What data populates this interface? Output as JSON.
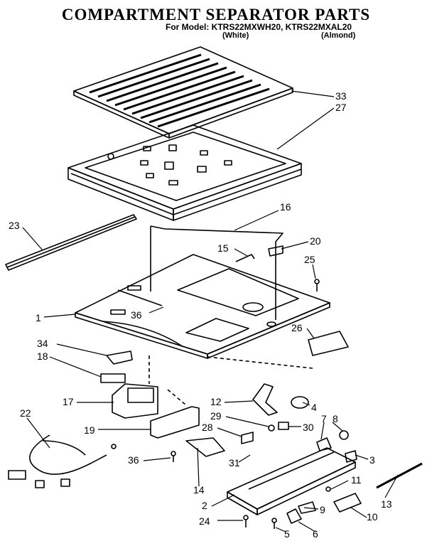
{
  "header": {
    "title": "COMPARTMENT SEPARATOR PARTS",
    "model_line": "For Model: KTRS22MXWH20, KTRS22MXAL20",
    "variants": [
      "(White)",
      "(Almond)"
    ]
  },
  "callouts": {
    "c33": "33",
    "c27": "27",
    "c16": "16",
    "c23": "23",
    "c15": "15",
    "c20": "20",
    "c25": "25",
    "c1": "1",
    "c36a": "36",
    "c26": "26",
    "c34": "34",
    "c18": "18",
    "c17": "17",
    "c22": "22",
    "c12": "12",
    "c4": "4",
    "c29": "29",
    "c8": "8",
    "c19": "19",
    "c28": "28",
    "c30": "30",
    "c7": "7",
    "c36b": "36",
    "c31": "31",
    "c3": "3",
    "c11": "11",
    "c14": "14",
    "c13": "13",
    "c2": "2",
    "c9": "9",
    "c10": "10",
    "c24": "24",
    "c5": "5",
    "c6": "6"
  }
}
